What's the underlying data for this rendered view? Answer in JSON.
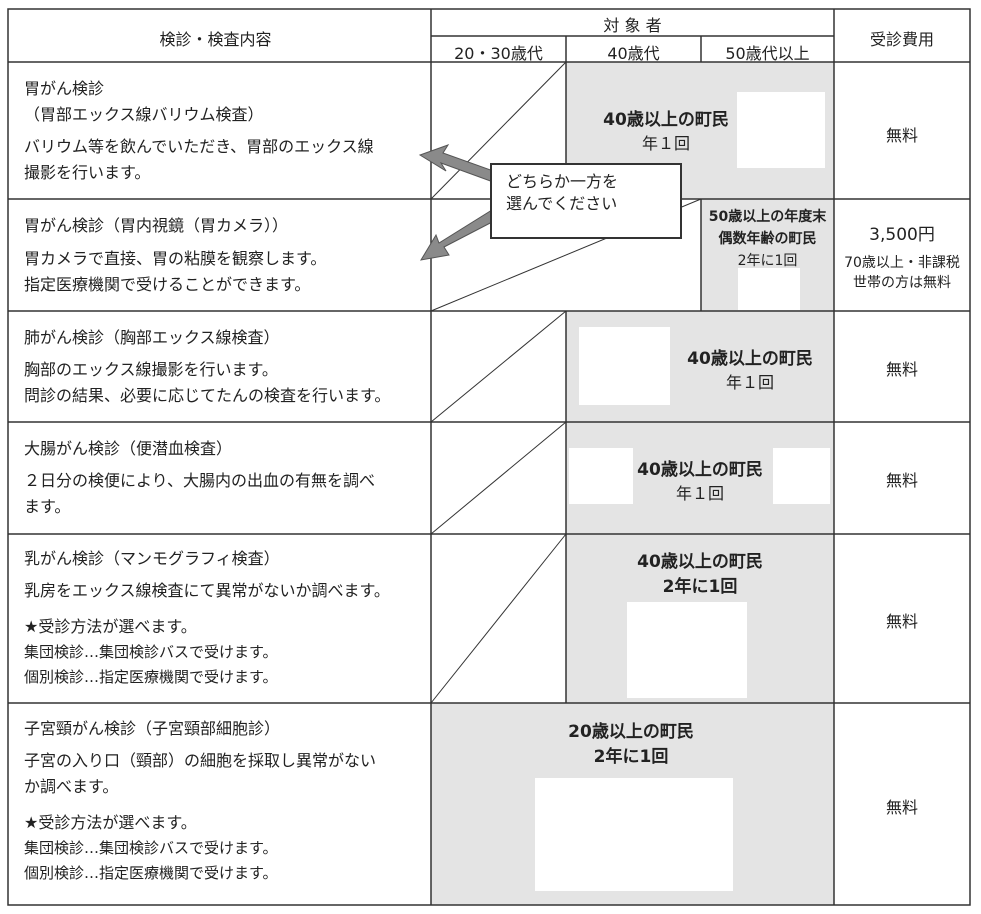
{
  "header": {
    "col_content": "検診・検査内容",
    "col_target": "対 象 者",
    "age_groups": [
      "20・30歳代",
      "40歳代",
      "50歳代以上"
    ],
    "col_fee": "受診費用"
  },
  "callout": "どちらか一方を\n選んでください",
  "rows": [
    {
      "title": "胃がん検診",
      "subtitle": "（胃部エックス線バリウム検査）",
      "desc": [
        "バリウム等を飲んでいただき、胃部のエックス線",
        "撮影を行います。"
      ],
      "target": [
        "40歳以上の町民",
        "年１回"
      ],
      "fee": "無料"
    },
    {
      "title": "胃がん検診（胃内視鏡（胃カメラ））",
      "desc": [
        "胃カメラで直接、胃の粘膜を観察します。",
        "指定医療機関で受けることができます。"
      ],
      "target": [
        "50歳以上の年度末",
        "偶数年齢の町民",
        "2年に1回"
      ],
      "fee": "3,500円",
      "fee_note": [
        "70歳以上・非課税",
        "世帯の方は無料"
      ]
    },
    {
      "title": "肺がん検診（胸部エックス線検査）",
      "desc": [
        "胸部のエックス線撮影を行います。",
        "問診の結果、必要に応じてたんの検査を行います。"
      ],
      "target": [
        "40歳以上の町民",
        "年１回"
      ],
      "fee": "無料"
    },
    {
      "title": "大腸がん検診（便潜血検査）",
      "desc": [
        "２日分の検便により、大腸内の出血の有無を調べ",
        "ます。"
      ],
      "target": [
        "40歳以上の町民",
        "年１回"
      ],
      "fee": "無料"
    },
    {
      "title": "乳がん検診（マンモグラフィ検査）",
      "desc": [
        "乳房をエックス線検査にて異常がないか調べます。"
      ],
      "method": [
        "★受診方法が選べます。",
        "集団検診…集団検診バスで受けます。",
        "個別検診…指定医療機関で受けます。"
      ],
      "target": [
        "40歳以上の町民",
        "2年に1回"
      ],
      "fee": "無料"
    },
    {
      "title": "子宮頸がん検診（子宮頸部細胞診）",
      "desc": [
        "子宮の入り口（頸部）の細胞を採取し異常がない",
        "か調べます。"
      ],
      "method": [
        "★受診方法が選べます。",
        "集団検診…集団検診バスで受けます。",
        "個別検診…指定医療機関で受けます。"
      ],
      "target": [
        "20歳以上の町民",
        "2年に1回"
      ],
      "fee": "無料"
    }
  ]
}
